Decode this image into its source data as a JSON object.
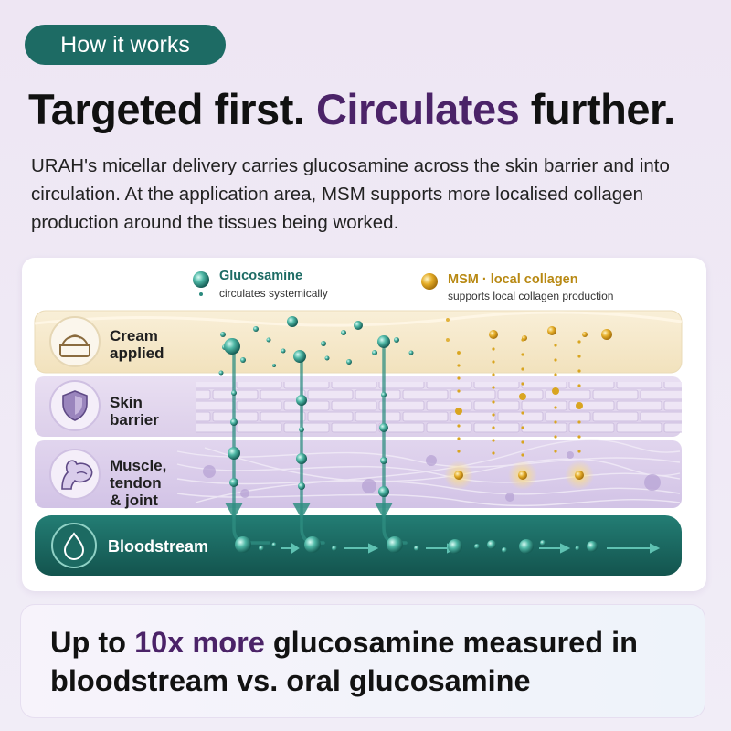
{
  "badge": "How it works",
  "headline": {
    "part1": "Targeted first. ",
    "accent": "Circulates",
    "part2": " further."
  },
  "body_text": "URAH's micellar delivery carries glucosamine across the skin barrier and into circulation. At the application area, MSM supports more localised collagen production around the tissues being worked.",
  "legend": {
    "glucosamine": {
      "title": "Glucosamine",
      "subtitle": "circulates systemically"
    },
    "msm": {
      "title": "MSM · local collagen",
      "subtitle": "supports local collagen production"
    }
  },
  "layers": {
    "cream": {
      "line1": "Cream",
      "line2": "applied"
    },
    "skin": {
      "line1": "Skin",
      "line2": "barrier"
    },
    "muscle": {
      "line1": "Muscle,",
      "line2": "tendon",
      "line3": "& joint"
    },
    "blood": "Bloodstream"
  },
  "colors": {
    "teal": "#1d6b64",
    "purple_accent": "#4b2368",
    "gold": "#d9a520",
    "cream": "#f6ead0",
    "lavender": "#e7dcef"
  },
  "icons": [
    "cream-jar-icon",
    "shield-icon",
    "arm-muscle-icon",
    "droplet-icon",
    "glucosamine-molecule-icon",
    "msm-molecule-icon"
  ],
  "footer": {
    "part1": "Up to ",
    "accent": "10x more",
    "part2": " glucosamine measured in bloodstream vs. oral glucosamine"
  }
}
